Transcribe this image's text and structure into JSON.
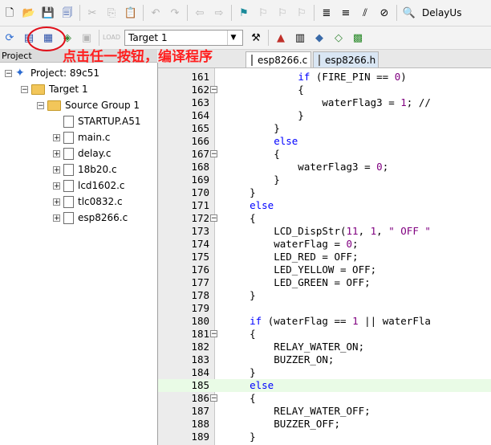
{
  "toolbar1": {
    "target_label": "DelayUs"
  },
  "toolbar2": {
    "target_select": "Target 1"
  },
  "project_panel": {
    "header": "Project",
    "tree": [
      {
        "label": "Project: 89c51",
        "kind": "project",
        "toggle": "−",
        "indent": 0
      },
      {
        "label": "Target 1",
        "kind": "folder",
        "toggle": "−",
        "indent": 1
      },
      {
        "label": "Source Group 1",
        "kind": "folder",
        "toggle": "−",
        "indent": 2
      },
      {
        "label": "STARTUP.A51",
        "kind": "file",
        "toggle": "",
        "indent": 3
      },
      {
        "label": "main.c",
        "kind": "file",
        "toggle": "+",
        "indent": 3
      },
      {
        "label": "delay.c",
        "kind": "file",
        "toggle": "+",
        "indent": 3
      },
      {
        "label": "18b20.c",
        "kind": "file",
        "toggle": "+",
        "indent": 3
      },
      {
        "label": "lcd1602.c",
        "kind": "file",
        "toggle": "+",
        "indent": 3
      },
      {
        "label": "tlc0832.c",
        "kind": "file",
        "toggle": "+",
        "indent": 3
      },
      {
        "label": "esp8266.c",
        "kind": "file",
        "toggle": "+",
        "indent": 3
      }
    ]
  },
  "tabs": [
    {
      "label": "esp8266.c",
      "active": true
    },
    {
      "label": "esp8266.h",
      "active": false
    }
  ],
  "annotation": {
    "text": "点击任一按钮，编译程序",
    "color": "#ff1f1f"
  },
  "editor": {
    "lines": [
      {
        "n": "161",
        "fold": "",
        "code": [
          [
            "            ",
            ""
          ],
          [
            "if",
            "kw"
          ],
          [
            " (FIRE_PIN == ",
            ""
          ],
          [
            "0",
            "num"
          ],
          [
            ")",
            ""
          ]
        ]
      },
      {
        "n": "162",
        "fold": "−",
        "code": [
          [
            "            {",
            ""
          ]
        ]
      },
      {
        "n": "163",
        "fold": "",
        "code": [
          [
            "                waterFlag3 = ",
            ""
          ],
          [
            "1",
            "num"
          ],
          [
            "; //",
            ""
          ]
        ]
      },
      {
        "n": "164",
        "fold": "",
        "code": [
          [
            "            }",
            ""
          ]
        ]
      },
      {
        "n": "165",
        "fold": "",
        "code": [
          [
            "        }",
            ""
          ]
        ]
      },
      {
        "n": "166",
        "fold": "",
        "code": [
          [
            "        ",
            ""
          ],
          [
            "else",
            "kw"
          ]
        ]
      },
      {
        "n": "167",
        "fold": "−",
        "code": [
          [
            "        {",
            ""
          ]
        ]
      },
      {
        "n": "168",
        "fold": "",
        "code": [
          [
            "            waterFlag3 = ",
            ""
          ],
          [
            "0",
            "num"
          ],
          [
            ";",
            ""
          ]
        ]
      },
      {
        "n": "169",
        "fold": "",
        "code": [
          [
            "        }",
            ""
          ]
        ]
      },
      {
        "n": "170",
        "fold": "",
        "code": [
          [
            "    }",
            ""
          ]
        ]
      },
      {
        "n": "171",
        "fold": "",
        "code": [
          [
            "    ",
            ""
          ],
          [
            "else",
            "kw"
          ]
        ]
      },
      {
        "n": "172",
        "fold": "−",
        "code": [
          [
            "    {",
            ""
          ]
        ]
      },
      {
        "n": "173",
        "fold": "",
        "code": [
          [
            "        LCD_DispStr(",
            ""
          ],
          [
            "11",
            "num"
          ],
          [
            ", ",
            ""
          ],
          [
            "1",
            "num"
          ],
          [
            ", ",
            ""
          ],
          [
            "\" OFF \"",
            "str"
          ]
        ]
      },
      {
        "n": "174",
        "fold": "",
        "code": [
          [
            "        waterFlag = ",
            ""
          ],
          [
            "0",
            "num"
          ],
          [
            ";",
            ""
          ]
        ]
      },
      {
        "n": "175",
        "fold": "",
        "code": [
          [
            "        LED_RED = OFF;",
            ""
          ]
        ]
      },
      {
        "n": "176",
        "fold": "",
        "code": [
          [
            "        LED_YELLOW = OFF;",
            ""
          ]
        ]
      },
      {
        "n": "177",
        "fold": "",
        "code": [
          [
            "        LED_GREEN = OFF;",
            ""
          ]
        ]
      },
      {
        "n": "178",
        "fold": "",
        "code": [
          [
            "    }",
            ""
          ]
        ]
      },
      {
        "n": "179",
        "fold": "",
        "code": [
          [
            "",
            ""
          ]
        ]
      },
      {
        "n": "180",
        "fold": "",
        "code": [
          [
            "    ",
            ""
          ],
          [
            "if",
            "kw"
          ],
          [
            " (waterFlag == ",
            ""
          ],
          [
            "1",
            "num"
          ],
          [
            " || waterFla",
            ""
          ]
        ]
      },
      {
        "n": "181",
        "fold": "−",
        "code": [
          [
            "    {",
            ""
          ]
        ]
      },
      {
        "n": "182",
        "fold": "",
        "code": [
          [
            "        RELAY_WATER_ON;",
            ""
          ]
        ]
      },
      {
        "n": "183",
        "fold": "",
        "code": [
          [
            "        BUZZER_ON;",
            ""
          ]
        ]
      },
      {
        "n": "184",
        "fold": "",
        "code": [
          [
            "    }",
            ""
          ]
        ]
      },
      {
        "n": "185",
        "fold": "",
        "hl": true,
        "code": [
          [
            "    ",
            ""
          ],
          [
            "else",
            "kw"
          ]
        ]
      },
      {
        "n": "186",
        "fold": "−",
        "code": [
          [
            "    {",
            ""
          ]
        ]
      },
      {
        "n": "187",
        "fold": "",
        "code": [
          [
            "        RELAY_WATER_OFF;",
            ""
          ]
        ]
      },
      {
        "n": "188",
        "fold": "",
        "code": [
          [
            "        BUZZER_OFF;",
            ""
          ]
        ]
      },
      {
        "n": "189",
        "fold": "",
        "code": [
          [
            "    }",
            ""
          ]
        ]
      }
    ]
  }
}
